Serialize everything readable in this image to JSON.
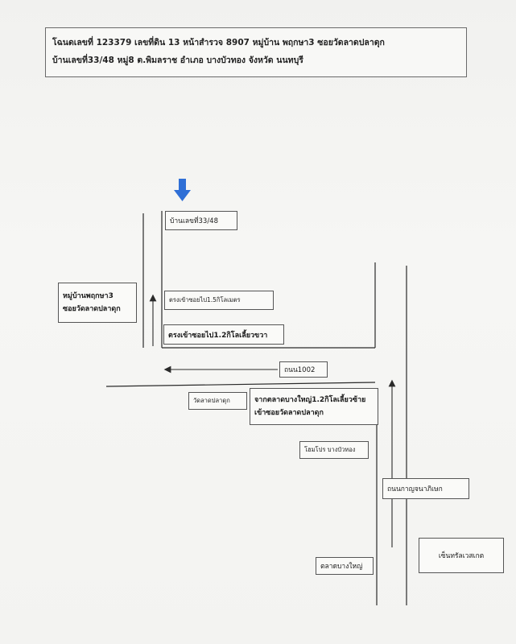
{
  "header": {
    "line1": "โฉนดเลขที่ 123379 เลขที่ดิน 13 หน้าสำรวจ 8907 หมู่บ้าน พฤกษา3 ซอยวัดลาดปลาดุก",
    "line2": "บ้านเลขที่33/48 หมู่8 ต.พิมลราช อำเภอ บางบัวทอง จังหวัด นนทบุรี"
  },
  "map": {
    "house_label": "บ้านเลขที่33/48",
    "village_line1": "หมู่บ้านพฤกษา3",
    "village_line2": "ซอยวัดลาดปลาดุก",
    "straight_label": "ตรงเข้าซอยไป1.5กิโลเมตร",
    "turn_right_label": "ตรงเข้าซอยไป1.2กิโลเลี้ยวขวา",
    "road_label": "ถนน1002",
    "temple_label": "วัดลาดปลาดุก",
    "route_line1": "จากตลาดบางใหญ่1.2กิโลเลี้ยวซ้าย",
    "route_line2": "เข้าซอยวัดลาดปลาดุก",
    "homepro_label": "โฮมโปร บางบัวทอง",
    "kanchana_label": "ถนนกาญจนาภิเษก",
    "market_label": "ตลาดบางใหญ่",
    "central_label": "เซ็นทรัลเวสเกต",
    "icons": [
      "down-arrow-marker",
      "route-arrow-up",
      "route-arrow-left"
    ],
    "colors": {
      "marker": "#2f6fd6",
      "roads": "#2a2a2a"
    }
  }
}
